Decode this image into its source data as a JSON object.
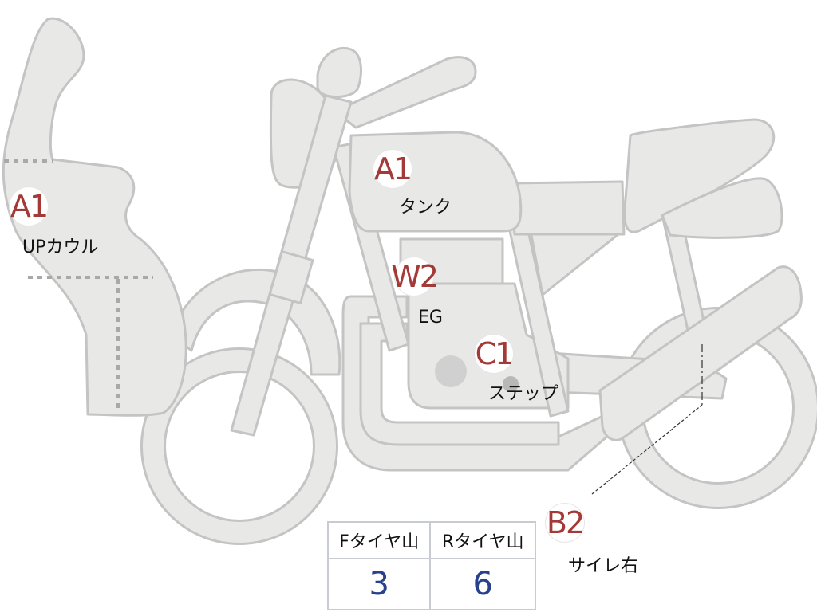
{
  "badge_color": "#a33a37",
  "body_fill": "#e8e8e6",
  "body_stroke": "#c4c4c4",
  "markers": [
    {
      "id": "upcowl",
      "grade": "A1",
      "part": "UPカウル"
    },
    {
      "id": "tank",
      "grade": "A1",
      "part": "タンク"
    },
    {
      "id": "engine",
      "grade": "W2",
      "part": "EG"
    },
    {
      "id": "step",
      "grade": "C1",
      "part": "ステップ"
    },
    {
      "id": "silencer-right",
      "grade": "B2",
      "part": "サイレ右"
    }
  ],
  "tire_table": {
    "headers": [
      "Fタイヤ山",
      "Rタイヤ山"
    ],
    "values": [
      "3",
      "6"
    ]
  }
}
